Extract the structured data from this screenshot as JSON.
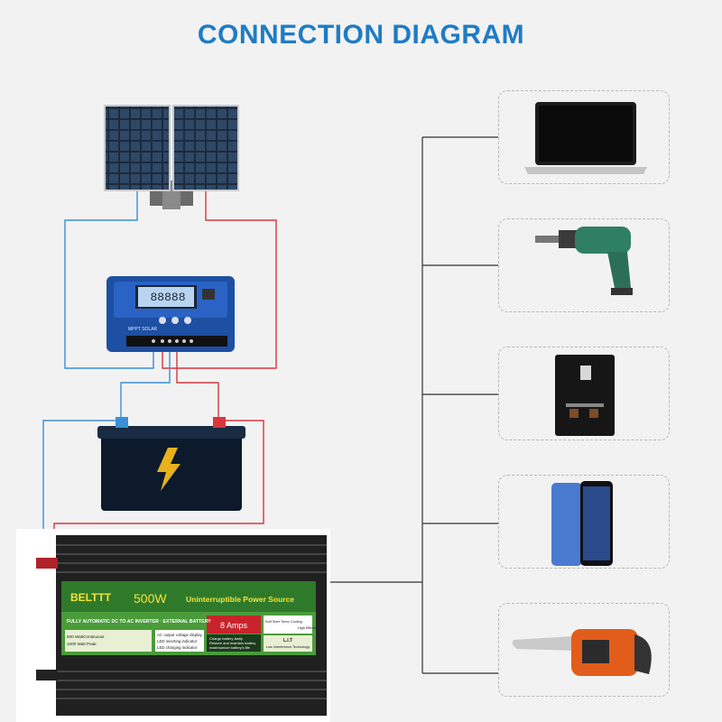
{
  "title": "CONNECTION DIAGRAM",
  "colors": {
    "title": "#1f7cc4",
    "positive_wire": "#d9363e",
    "negative_wire": "#3b8fd6",
    "ac_line": "#333333"
  },
  "components": {
    "solar_panel": "solar-panel",
    "charge_controller": {
      "display": "88888",
      "label": "MPPT SOLAR"
    },
    "battery": "battery",
    "inverter": {
      "brand": "BELTTT",
      "power": "500W",
      "headline": "Uninterruptible Power Source",
      "subtitle": "FULLY AUTOMATIC DC TO AC INVERTER · EXTERNAL BATTERY",
      "rating_line1": "500 WattContinuous",
      "rating_line2": "1000 Watt Peak",
      "features_line1": "AC output voltage display",
      "features_line2": "LED inverting indicator",
      "features_line3": "LED charging indicator",
      "charge": "8 Amps",
      "charge_note1": "Charge battery fastly",
      "charge_note2": "Restore and maintain battery",
      "charge_note3": "maximumize battery's life",
      "feat_a": "Soft Start",
      "feat_b": "Turbo Cooling",
      "feat_c": "High Efficient",
      "lit_title": "L.I.T",
      "lit_sub": "Low Interference Technology"
    }
  },
  "devices": [
    "laptop-icon",
    "power-drill-icon",
    "coffee-machine-icon",
    "smartphone-icon",
    "chainsaw-icon"
  ]
}
